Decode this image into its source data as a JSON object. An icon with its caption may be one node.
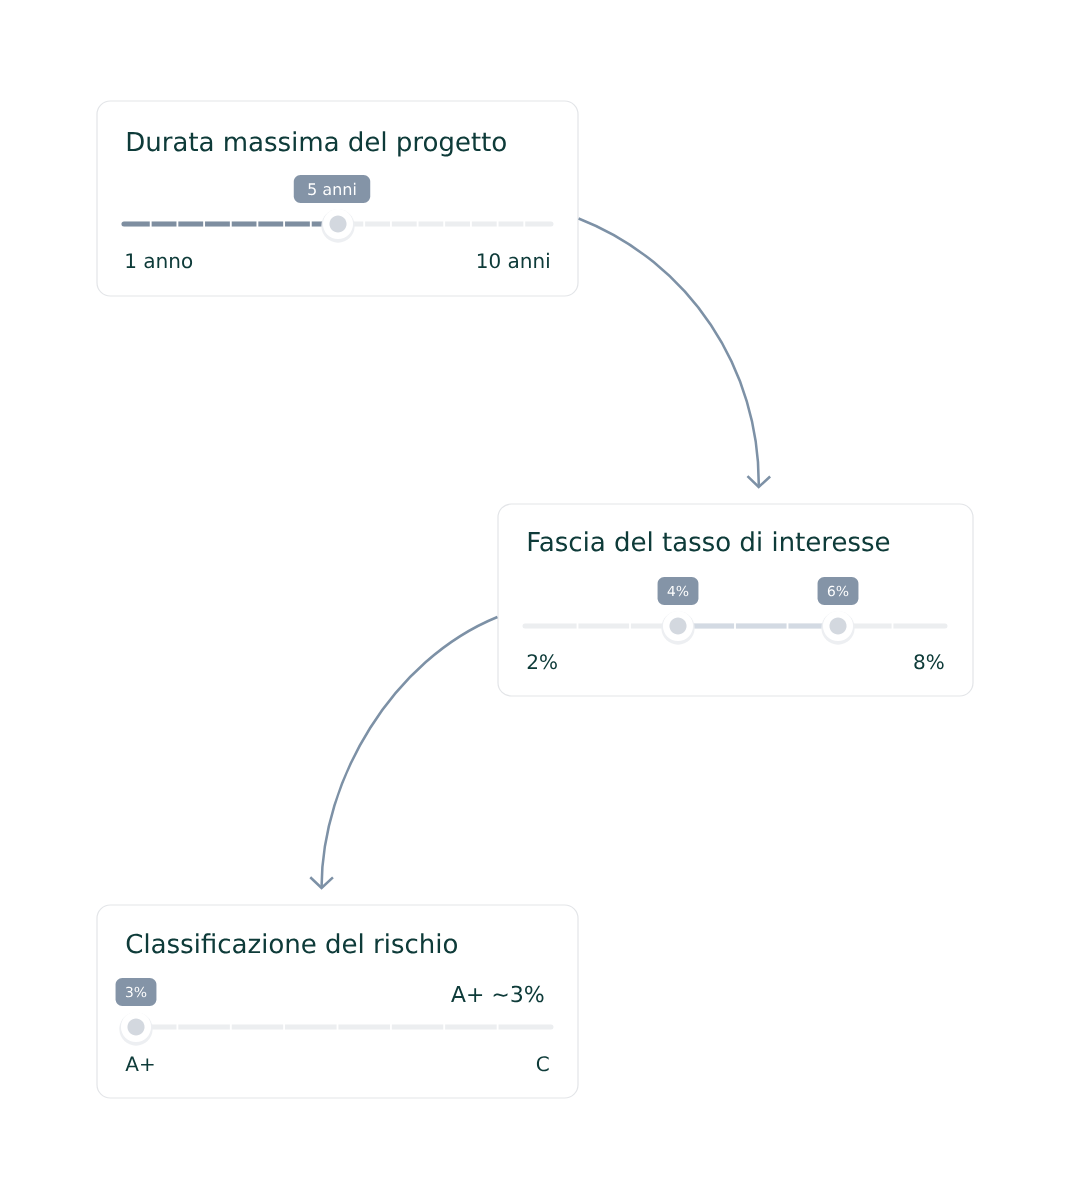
{
  "diagram": {
    "nodes": [
      {
        "text": [
          "Durata massima del progetto",
          "1 anno",
          "10 anni"
        ]
      },
      {
        "text": [
          "5 anni"
        ],
        "in": 0
      },
      {
        "text": [
          "Fascia del tasso di interesse",
          "2%",
          "8%"
        ]
      },
      {
        "text": [
          "4%"
        ],
        "in": 2
      },
      {
        "text": [
          "6%"
        ],
        "in": 2
      },
      {
        "text": [
          "Classificazione del rischio",
          "A+ ~3%",
          "A+",
          "C"
        ]
      },
      {
        "text": [
          "3%"
        ],
        "in": 5
      }
    ],
    "edges": [
      {
        "from": 0,
        "to": 2,
        "arrow": "to"
      },
      {
        "from": 2,
        "to": 5,
        "arrow": "to"
      }
    ]
  }
}
